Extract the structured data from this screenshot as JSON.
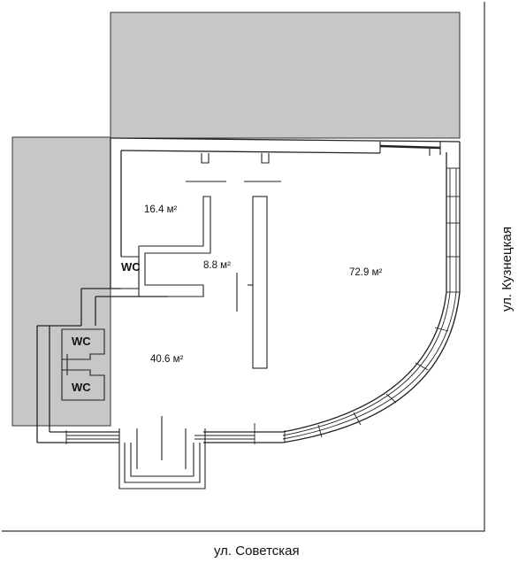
{
  "plan": {
    "rooms": [
      {
        "id": "room-a",
        "area": "16.4 м²"
      },
      {
        "id": "room-b",
        "area": "8.8 м²"
      },
      {
        "id": "room-c",
        "area": "72.9 м²"
      },
      {
        "id": "room-d",
        "area": "40.6 м²"
      }
    ],
    "wc_label": "WC",
    "streets": {
      "bottom": "ул. Советская",
      "right": "ул. Кузнецкая"
    }
  },
  "colors": {
    "neighbor_fill": "#c7c7c7",
    "wall_stroke": "#222222",
    "background": "#ffffff"
  }
}
